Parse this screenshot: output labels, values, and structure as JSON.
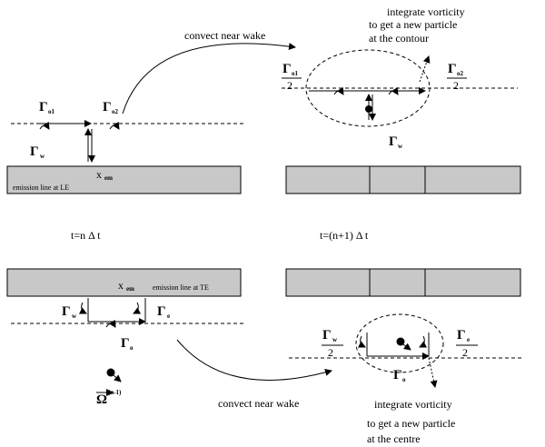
{
  "labels": {
    "convect_near_wake": "convect near wake",
    "integrate_top_1": "integrate vorticity",
    "integrate_top_2": "to get a new particle",
    "integrate_top_3": "at the contour",
    "emission_line_le": "emission line   at LE",
    "emission_line_te": "emission line   at TE",
    "time_n": "t=n  Δ t",
    "time_n1": "t=(n+1)   Δ t",
    "integrate_bottom_1": "integrate vorticity",
    "integrate_bottom_2": "to get a new particle",
    "integrate_bottom_3": "at the centre"
  },
  "symbols": {
    "gamma": "Γ",
    "omega": "Ω",
    "x": "x",
    "two": "2",
    "sub_o1": "o1",
    "sub_o2": "o2",
    "sub_w": "w",
    "sub_e": "e",
    "sub_o": "o",
    "sub_em": "em",
    "sup_n1": "(n-1)"
  }
}
